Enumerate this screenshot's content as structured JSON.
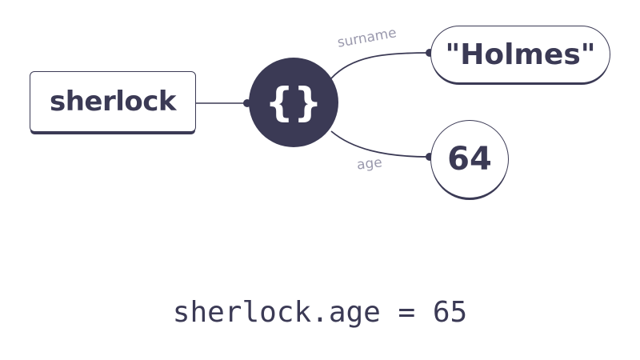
{
  "diagram": {
    "variable": {
      "name": "sherlock"
    },
    "object": {
      "symbol": "{}"
    },
    "properties": [
      {
        "key": "surname",
        "value": "\"Holmes\"",
        "type": "string"
      },
      {
        "key": "age",
        "value": "64",
        "type": "number"
      }
    ]
  },
  "code": {
    "statement": "sherlock.age = 65"
  },
  "colors": {
    "ink": "#3b3a55",
    "label": "#9a99ad",
    "background": "#ffffff"
  }
}
